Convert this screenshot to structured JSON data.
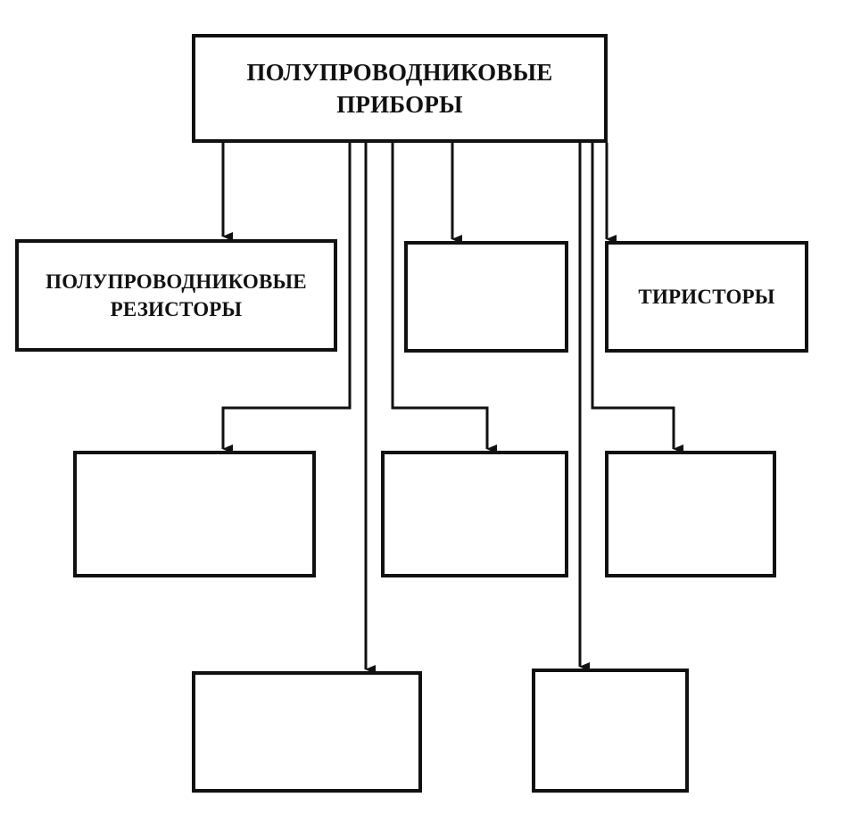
{
  "diagram": {
    "root": {
      "label": "ПОЛУПРОВОДНИКОВЫЕ\nПРИБОРЫ"
    },
    "boxes": {
      "resistors": {
        "label": "ПОЛУПРОВОДНИКОВЫЕ\nРЕЗИСТОРЫ"
      },
      "top_middle": {
        "label": ""
      },
      "thyristors": {
        "label": "ТИРИСТОРЫ"
      },
      "mid_left": {
        "label": ""
      },
      "mid_center": {
        "label": ""
      },
      "mid_right": {
        "label": ""
      },
      "bottom_left": {
        "label": ""
      },
      "bottom_right": {
        "label": ""
      }
    },
    "colors": {
      "line": "#111111",
      "background": "#ffffff"
    }
  }
}
